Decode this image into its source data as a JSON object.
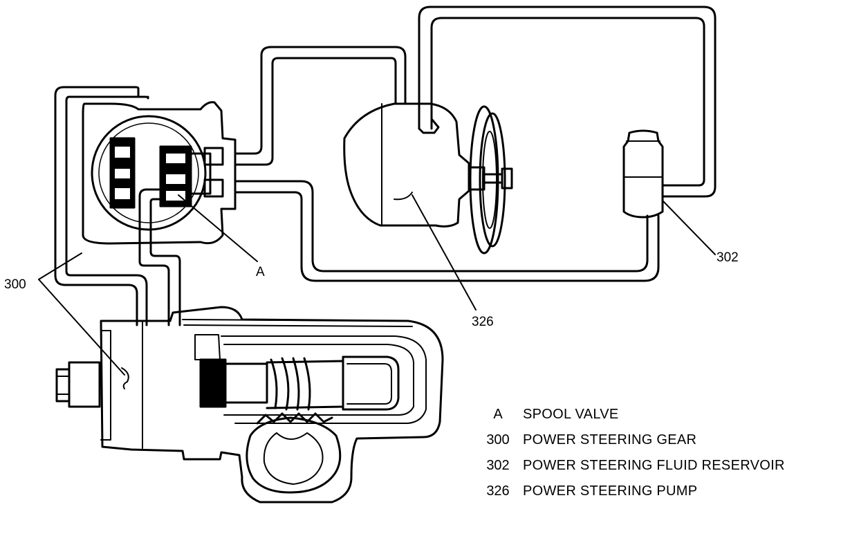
{
  "callouts": {
    "a": "A",
    "gear": "300",
    "reservoir": "302",
    "pump": "326"
  },
  "legend": [
    {
      "code": "A",
      "description": "SPOOL VALVE"
    },
    {
      "code": "300",
      "description": "POWER STEERING GEAR"
    },
    {
      "code": "302",
      "description": "POWER STEERING FLUID RESERVOIR"
    },
    {
      "code": "326",
      "description": "POWER STEERING PUMP"
    }
  ]
}
